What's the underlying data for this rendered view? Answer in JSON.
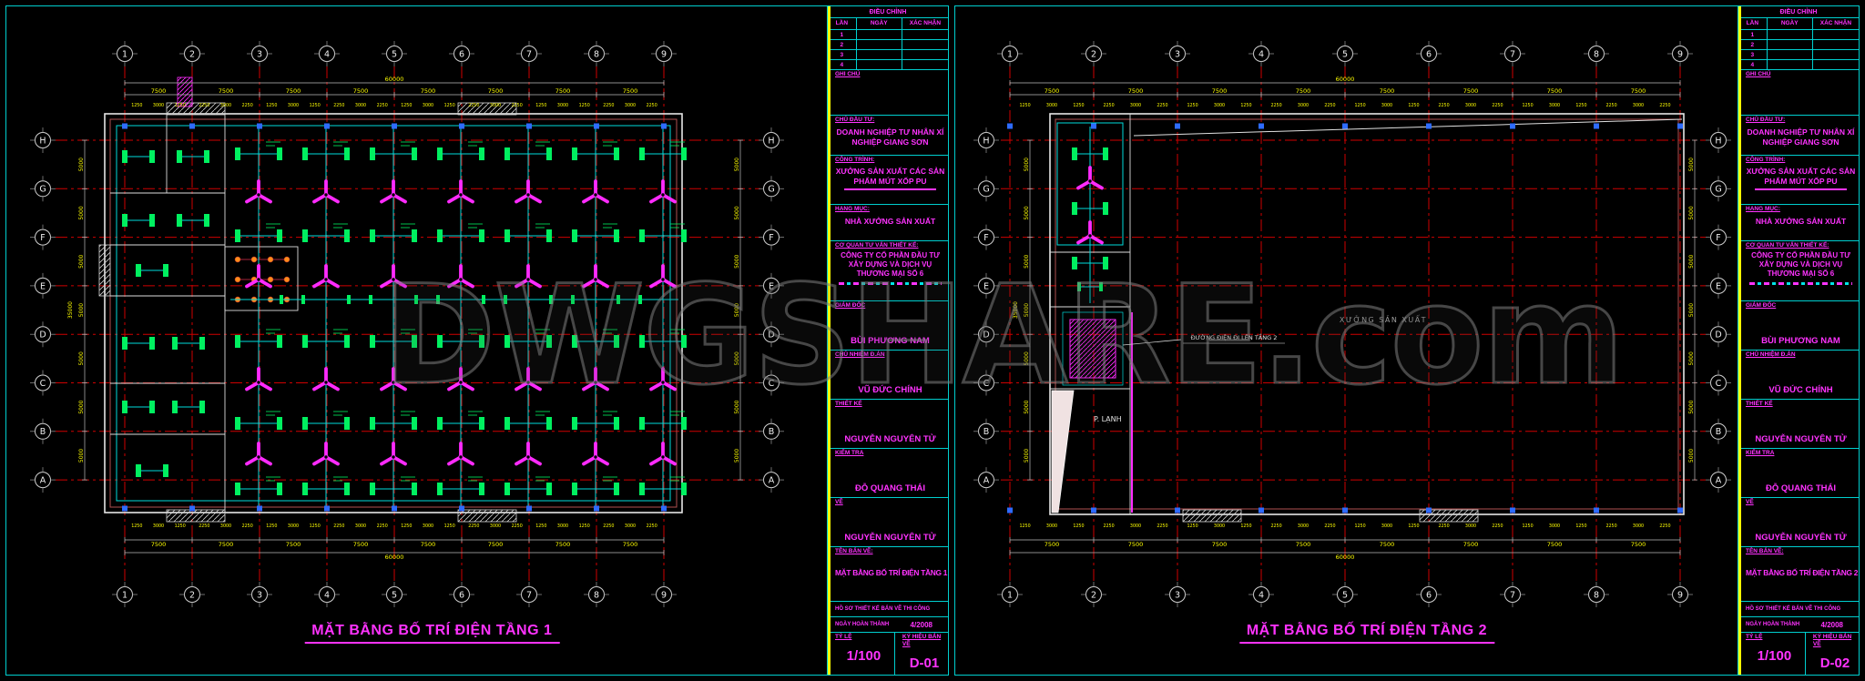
{
  "watermark": "DWGSHARE.com",
  "sheet1": {
    "plan_title": "MẶT BẰNG BỐ TRÍ ĐIỆN TẦNG 1",
    "code": "D-01"
  },
  "sheet2": {
    "plan_title": "MẶT BẰNG BỐ TRÍ ĐIỆN TẦNG 2",
    "code": "D-02",
    "hall_label": "XƯỞNG SẢN XUẤT",
    "cold_room_label": "P. LẠNH",
    "riser_note": "ĐƯỜNG ĐIỆN ĐI LÊN TẦNG 2"
  },
  "grid": {
    "cols": [
      "1",
      "2",
      "3",
      "4",
      "5",
      "6",
      "7",
      "8",
      "9"
    ],
    "rows": [
      "H",
      "G",
      "F",
      "E",
      "D",
      "C",
      "B",
      "A"
    ],
    "bay_dim": "7500",
    "total_width_dim": "60000",
    "row_dim": "5000",
    "total_height_dim": "35000",
    "chain_dims": [
      "1250",
      "3000",
      "1250",
      "2250",
      "3000",
      "2250"
    ]
  },
  "titleblock": {
    "revision_title": "ĐIỀU CHỈNH",
    "revision_cols": [
      "LẦN",
      "NGÀY",
      "XÁC NHẬN"
    ],
    "revision_rows": [
      "1",
      "2",
      "3",
      "4"
    ],
    "note_label": "GHI CHÚ",
    "investor_label": "CHỦ ĐẦU TƯ:",
    "investor": "DOANH NGHIỆP TƯ NHÂN XÍ NGHIỆP GIANG SƠN",
    "project_label": "CÔNG TRÌNH:",
    "project": "XƯỞNG SẢN XUẤT CÁC SẢN PHẨM MÚT XỐP PU",
    "item_label": "HẠNG MỤC:",
    "item": "NHÀ XƯỞNG SẢN XUẤT",
    "consultant_label": "CƠ QUAN TƯ VẤN THIẾT KẾ:",
    "consultant": "CÔNG TY CỔ PHẦN ĐẦU TƯ XÂY DỰNG VÀ DỊCH VỤ THƯƠNG MẠI SỐ 6",
    "roles": [
      {
        "label": "GIÁM ĐỐC",
        "name": "BÙI PHƯƠNG NAM"
      },
      {
        "label": "CHỦ NHIỆM Đ.ÁN",
        "name": "VŨ ĐỨC CHÍNH"
      },
      {
        "label": "THIẾT KẾ",
        "name": "NGUYỄN NGUYÊN TỬ"
      },
      {
        "label": "KIỂM TRA",
        "name": "ĐỖ QUANG THÁI"
      },
      {
        "label": "VẼ",
        "name": "NGUYỄN NGUYÊN TỬ"
      }
    ],
    "drawing_label": "TÊN BẢN VẼ:",
    "doc_line": "HỒ SƠ THIẾT KẾ BẢN VẼ THI CÔNG",
    "date_label": "NGÀY HOÀN THÀNH",
    "date_value": "4/2008",
    "scale_label": "TỶ LỆ",
    "scale_value": "1/100",
    "code_label": "KÝ HIỆU BẢN VẼ"
  },
  "colors": {
    "frame_cyan": "#00cfcf",
    "grid_red": "#cf0000",
    "dim_yellow": "#ffff00",
    "fixture_green": "#00f060",
    "fan_magenta": "#ff2bff",
    "wiring_cyan": "#00dcdc",
    "text_magenta": "#ff33ff"
  }
}
